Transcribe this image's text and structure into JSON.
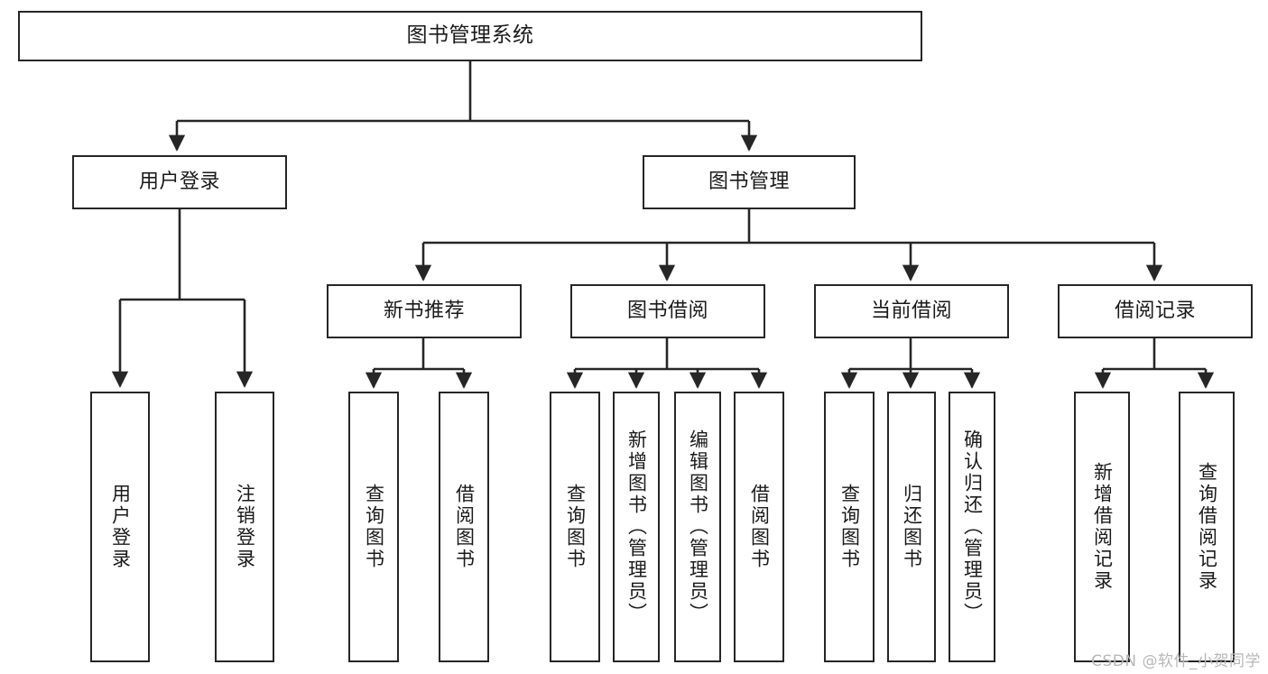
{
  "diagram": {
    "title": "图书管理系统",
    "type": "hierarchy-tree",
    "watermark": "CSDN @软件_小贺同学",
    "colors": {
      "box_border": "#262626",
      "box_fill": "#ffffff",
      "line": "#262626",
      "text": "#1a1a1a",
      "watermark": "#b7b7b7",
      "background": "#ffffff"
    },
    "levels": [
      {
        "level": 1,
        "nodes": [
          {
            "id": "root",
            "label": "图书管理系统",
            "orientation": "horizontal"
          }
        ]
      },
      {
        "level": 2,
        "nodes": [
          {
            "id": "login",
            "label": "用户登录",
            "orientation": "horizontal",
            "parent": "root"
          },
          {
            "id": "bookmgmt",
            "label": "图书管理",
            "orientation": "horizontal",
            "parent": "root"
          }
        ]
      },
      {
        "level": 3,
        "nodes": [
          {
            "id": "newbook",
            "label": "新书推荐",
            "orientation": "horizontal",
            "parent": "bookmgmt"
          },
          {
            "id": "borrow",
            "label": "图书借阅",
            "orientation": "horizontal",
            "parent": "bookmgmt"
          },
          {
            "id": "current",
            "label": "当前借阅",
            "orientation": "horizontal",
            "parent": "bookmgmt"
          },
          {
            "id": "records",
            "label": "借阅记录",
            "orientation": "horizontal",
            "parent": "bookmgmt"
          }
        ]
      },
      {
        "level": 4,
        "nodes": [
          {
            "id": "leaf-user-login",
            "label": "用户登录",
            "orientation": "vertical",
            "parent": "login"
          },
          {
            "id": "leaf-logout",
            "label": "注销登录",
            "orientation": "vertical",
            "parent": "login"
          },
          {
            "id": "leaf-query-book-1",
            "label": "查询图书",
            "orientation": "vertical",
            "parent": "newbook"
          },
          {
            "id": "leaf-borrow-book-1",
            "label": "借阅图书",
            "orientation": "vertical",
            "parent": "newbook"
          },
          {
            "id": "leaf-query-book-2",
            "label": "查询图书",
            "orientation": "vertical",
            "parent": "borrow"
          },
          {
            "id": "leaf-add-book",
            "label": "新增图书（管理员）",
            "orientation": "vertical",
            "parent": "borrow"
          },
          {
            "id": "leaf-edit-book",
            "label": "编辑图书（管理员）",
            "orientation": "vertical",
            "parent": "borrow"
          },
          {
            "id": "leaf-borrow-book-2",
            "label": "借阅图书",
            "orientation": "vertical",
            "parent": "borrow"
          },
          {
            "id": "leaf-query-book-3",
            "label": "查询图书",
            "orientation": "vertical",
            "parent": "current"
          },
          {
            "id": "leaf-return-book",
            "label": "归还图书",
            "orientation": "vertical",
            "parent": "current"
          },
          {
            "id": "leaf-confirm-return",
            "label": "确认归还（管理员）",
            "orientation": "vertical",
            "parent": "current"
          },
          {
            "id": "leaf-add-record",
            "label": "新增借阅记录",
            "orientation": "vertical",
            "parent": "records"
          },
          {
            "id": "leaf-query-record",
            "label": "查询借阅记录",
            "orientation": "vertical",
            "parent": "records"
          }
        ]
      }
    ]
  }
}
